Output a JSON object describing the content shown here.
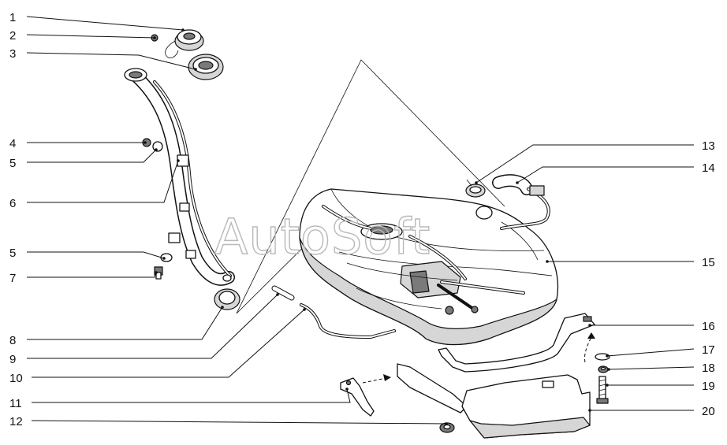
{
  "watermark": "AutoSoft",
  "labels": [
    {
      "id": "1",
      "text": "1"
    },
    {
      "id": "2",
      "text": "2"
    },
    {
      "id": "3",
      "text": "3"
    },
    {
      "id": "4",
      "text": "4"
    },
    {
      "id": "5a",
      "text": "5"
    },
    {
      "id": "6",
      "text": "6"
    },
    {
      "id": "5b",
      "text": "5"
    },
    {
      "id": "7",
      "text": "7"
    },
    {
      "id": "8",
      "text": "8"
    },
    {
      "id": "9",
      "text": "9"
    },
    {
      "id": "10",
      "text": "10"
    },
    {
      "id": "11",
      "text": "11"
    },
    {
      "id": "12",
      "text": "12"
    },
    {
      "id": "13",
      "text": "13"
    },
    {
      "id": "14",
      "text": "14"
    },
    {
      "id": "15",
      "text": "15"
    },
    {
      "id": "16",
      "text": "16"
    },
    {
      "id": "17",
      "text": "17"
    },
    {
      "id": "18",
      "text": "18"
    },
    {
      "id": "19",
      "text": "19"
    },
    {
      "id": "20",
      "text": "20"
    }
  ]
}
